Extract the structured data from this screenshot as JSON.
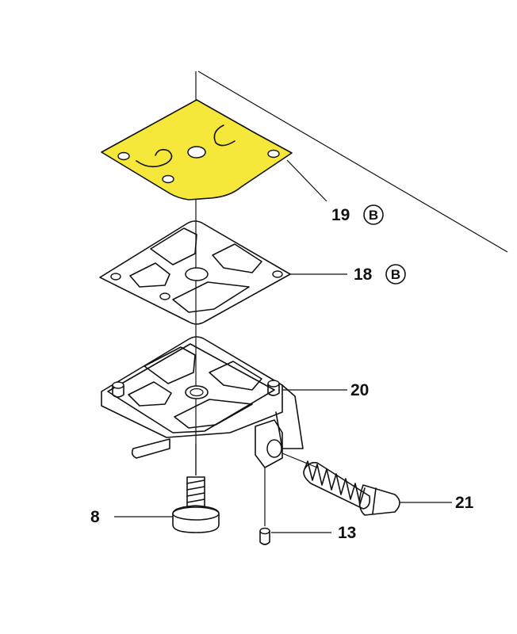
{
  "colors": {
    "highlight": "#f5e83a",
    "line": "#111111",
    "background": "#ffffff"
  },
  "callouts": [
    {
      "part": "19",
      "badge": "B"
    },
    {
      "part": "18",
      "badge": "B"
    },
    {
      "part": "20",
      "badge": ""
    },
    {
      "part": "21",
      "badge": ""
    },
    {
      "part": "8",
      "badge": ""
    },
    {
      "part": "13",
      "badge": ""
    }
  ],
  "highlighted_part": "19"
}
